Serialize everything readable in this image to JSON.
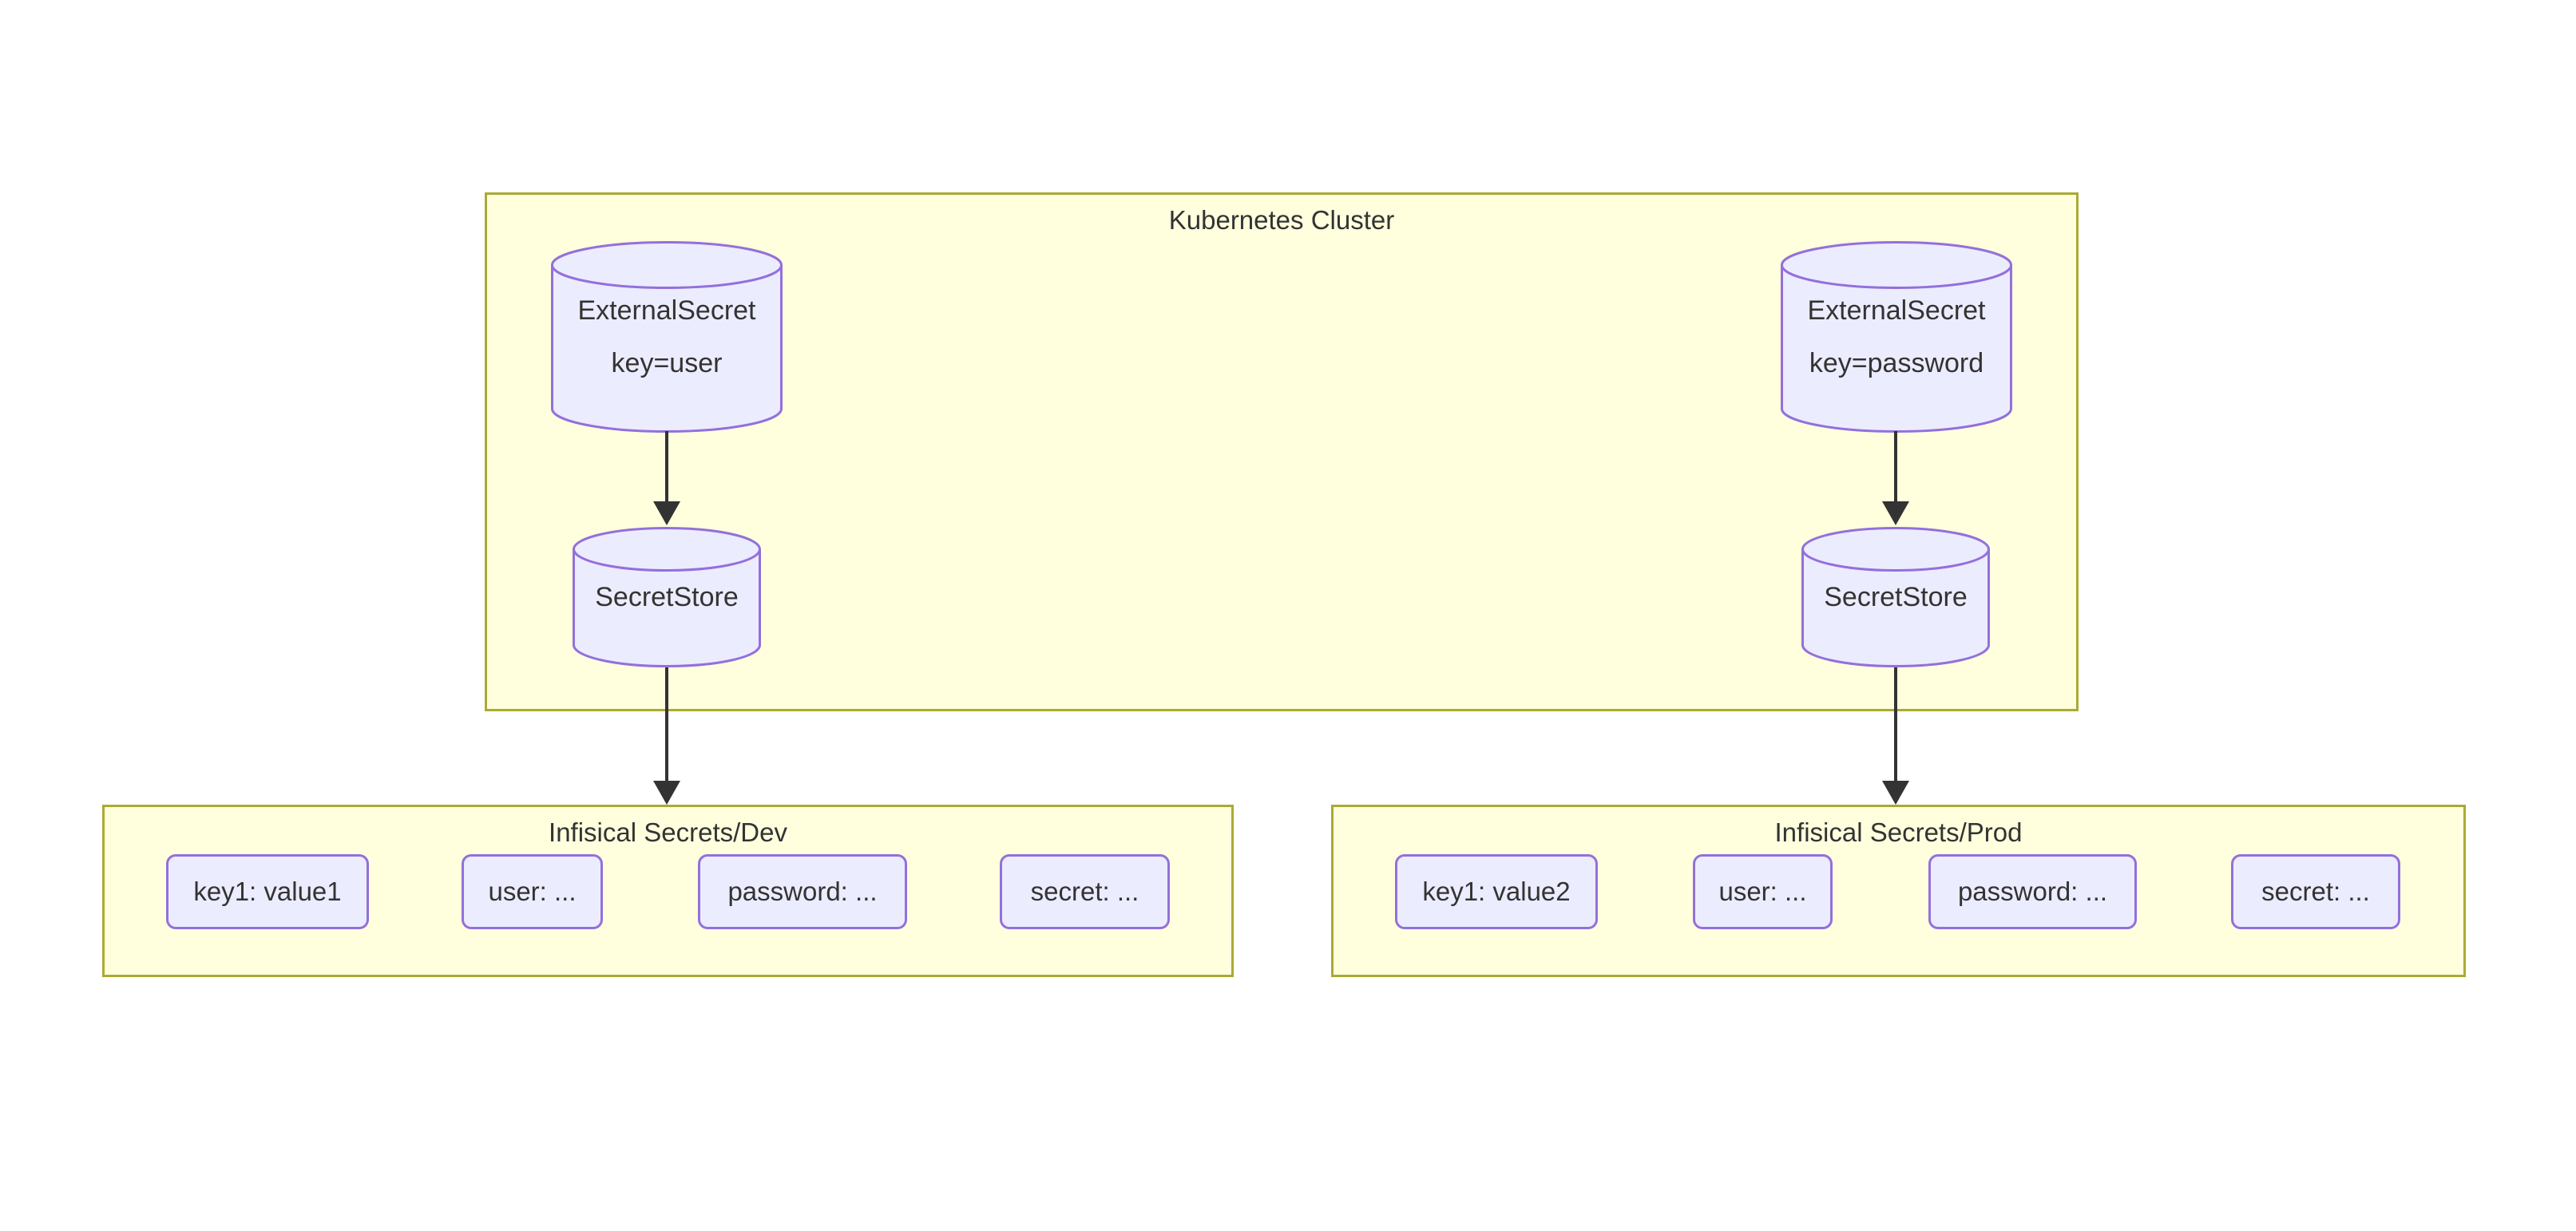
{
  "diagram_type": "flowchart",
  "clusters": {
    "kubernetes": {
      "title": "Kubernetes Cluster"
    },
    "dev": {
      "title": "Infisical Secrets/Dev",
      "items": [
        "key1: value1",
        "user: ...",
        "password: ...",
        "secret: ..."
      ]
    },
    "prod": {
      "title": "Infisical Secrets/Prod",
      "items": [
        "key1: value2",
        "user: ...",
        "password: ...",
        "secret: ..."
      ]
    }
  },
  "nodes": {
    "external_secret_dev": {
      "shape": "cylinder",
      "lines": [
        "ExternalSecret",
        "key=user"
      ]
    },
    "secret_store_dev": {
      "shape": "cylinder",
      "label": "SecretStore"
    },
    "external_secret_prod": {
      "shape": "cylinder",
      "lines": [
        "ExternalSecret",
        "key=password"
      ]
    },
    "secret_store_prod": {
      "shape": "cylinder",
      "label": "SecretStore"
    }
  },
  "edges": [
    {
      "from": "external_secret_dev",
      "to": "secret_store_dev"
    },
    {
      "from": "secret_store_dev",
      "to": "dev"
    },
    {
      "from": "external_secret_prod",
      "to": "secret_store_prod"
    },
    {
      "from": "secret_store_prod",
      "to": "prod"
    }
  ],
  "colors": {
    "background": "#ffffff",
    "cluster_fill": "#ffffde",
    "cluster_border": "#aaaa33",
    "node_fill": "#ECECFF",
    "node_border": "#9370DB",
    "text": "#333333",
    "edge": "#333333"
  }
}
